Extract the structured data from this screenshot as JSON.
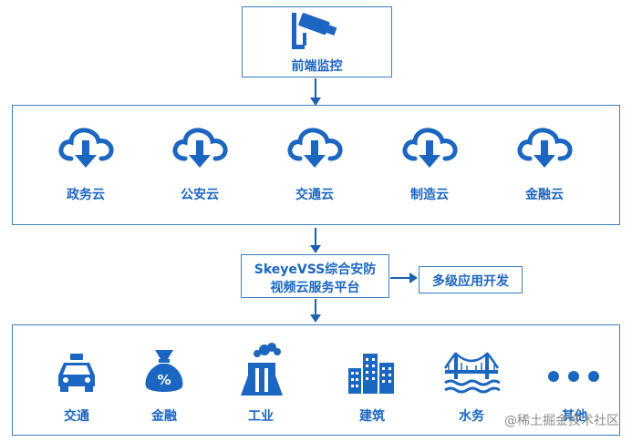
{
  "top": {
    "label": "前端监控",
    "icon": "camera-icon"
  },
  "clouds": [
    {
      "label": "政务云",
      "icon": "cloud-download-icon"
    },
    {
      "label": "公安云",
      "icon": "cloud-download-icon"
    },
    {
      "label": "交通云",
      "icon": "cloud-download-icon"
    },
    {
      "label": "制造云",
      "icon": "cloud-download-icon"
    },
    {
      "label": "金融云",
      "icon": "cloud-download-icon"
    }
  ],
  "platform": {
    "line1": "SkeyeVSS综合安防",
    "line2": "视频云服务平台"
  },
  "dev": {
    "label": "多级应用开发"
  },
  "industries": [
    {
      "label": "交通",
      "icon": "taxi-icon"
    },
    {
      "label": "金融",
      "icon": "money-bag-icon"
    },
    {
      "label": "工业",
      "icon": "factory-icon"
    },
    {
      "label": "建筑",
      "icon": "buildings-icon"
    },
    {
      "label": "水务",
      "icon": "bridge-water-icon"
    },
    {
      "label": "其他",
      "icon": "more-dots-icon"
    }
  ],
  "watermark": "@稀土掘金技术社区",
  "colors": {
    "accent": "#1b66c0",
    "border": "#3c7fc1"
  }
}
